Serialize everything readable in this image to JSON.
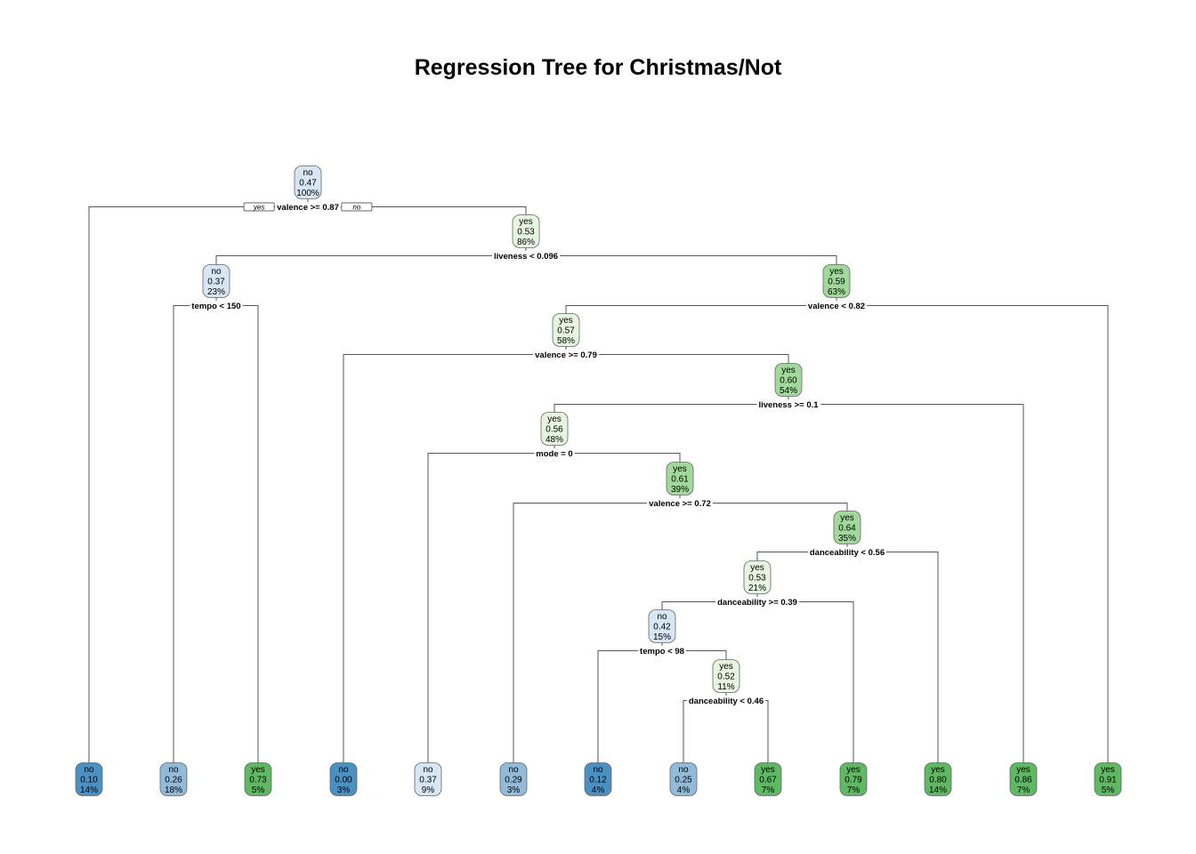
{
  "title": "Regression Tree for Christmas/Not",
  "branch_labels": {
    "left": "yes",
    "right": "no"
  },
  "colors": {
    "no_dark": "#4a90c2",
    "no_mid": "#92bbd9",
    "no_light": "#d6e6f4",
    "yes_light": "#e5f5e0",
    "yes_mid": "#a1d99b",
    "yes_dark": "#5fb862",
    "line": "#555555"
  },
  "nodes": [
    {
      "id": "n1",
      "cls": "no",
      "val": "0.47",
      "pct": "100%"
    },
    {
      "id": "n3",
      "cls": "yes",
      "val": "0.53",
      "pct": "86%"
    },
    {
      "id": "n6",
      "cls": "no",
      "val": "0.37",
      "pct": "23%"
    },
    {
      "id": "n7",
      "cls": "yes",
      "val": "0.59",
      "pct": "63%"
    },
    {
      "id": "n14",
      "cls": "yes",
      "val": "0.57",
      "pct": "58%"
    },
    {
      "id": "n29",
      "cls": "yes",
      "val": "0.60",
      "pct": "54%"
    },
    {
      "id": "n58",
      "cls": "yes",
      "val": "0.56",
      "pct": "48%"
    },
    {
      "id": "n117",
      "cls": "yes",
      "val": "0.61",
      "pct": "39%"
    },
    {
      "id": "n235",
      "cls": "yes",
      "val": "0.64",
      "pct": "35%"
    },
    {
      "id": "n470",
      "cls": "yes",
      "val": "0.53",
      "pct": "21%"
    },
    {
      "id": "n940",
      "cls": "no",
      "val": "0.42",
      "pct": "15%"
    },
    {
      "id": "n1881",
      "cls": "yes",
      "val": "0.52",
      "pct": "11%"
    },
    {
      "id": "L1",
      "cls": "no",
      "val": "0.10",
      "pct": "14%"
    },
    {
      "id": "L2",
      "cls": "no",
      "val": "0.26",
      "pct": "18%"
    },
    {
      "id": "L3",
      "cls": "yes",
      "val": "0.73",
      "pct": "5%"
    },
    {
      "id": "L4",
      "cls": "no",
      "val": "0.00",
      "pct": "3%"
    },
    {
      "id": "L5",
      "cls": "no",
      "val": "0.37",
      "pct": "9%"
    },
    {
      "id": "L6",
      "cls": "no",
      "val": "0.29",
      "pct": "3%"
    },
    {
      "id": "L7",
      "cls": "no",
      "val": "0.12",
      "pct": "4%"
    },
    {
      "id": "L8",
      "cls": "no",
      "val": "0.25",
      "pct": "4%"
    },
    {
      "id": "L9",
      "cls": "yes",
      "val": "0.67",
      "pct": "7%"
    },
    {
      "id": "L10",
      "cls": "yes",
      "val": "0.79",
      "pct": "7%"
    },
    {
      "id": "L11",
      "cls": "yes",
      "val": "0.80",
      "pct": "14%"
    },
    {
      "id": "L12",
      "cls": "yes",
      "val": "0.86",
      "pct": "7%"
    },
    {
      "id": "L13",
      "cls": "yes",
      "val": "0.91",
      "pct": "5%"
    }
  ],
  "splits": [
    {
      "node": "n1",
      "label": "valence >= 0.87",
      "left": "L1",
      "right": "n3"
    },
    {
      "node": "n3",
      "label": "liveness < 0.096",
      "left": "n6",
      "right": "n7"
    },
    {
      "node": "n6",
      "label": "tempo < 150",
      "left": "L2",
      "right": "L3"
    },
    {
      "node": "n7",
      "label": "valence < 0.82",
      "left": "n14",
      "right": "L13"
    },
    {
      "node": "n14",
      "label": "valence >= 0.79",
      "left": "L4",
      "right": "n29"
    },
    {
      "node": "n29",
      "label": "liveness >= 0.1",
      "left": "n58",
      "right": "L12"
    },
    {
      "node": "n58",
      "label": "mode = 0",
      "left": "L5",
      "right": "n117"
    },
    {
      "node": "n117",
      "label": "valence >= 0.72",
      "left": "L6",
      "right": "n235"
    },
    {
      "node": "n235",
      "label": "danceability < 0.56",
      "left": "n470",
      "right": "L11"
    },
    {
      "node": "n470",
      "label": "danceability >= 0.39",
      "left": "n940",
      "right": "L10"
    },
    {
      "node": "n940",
      "label": "tempo < 98",
      "left": "L7",
      "right": "n1881"
    },
    {
      "node": "n1881",
      "label": "danceability < 0.46",
      "left": "L8",
      "right": "L9"
    }
  ]
}
